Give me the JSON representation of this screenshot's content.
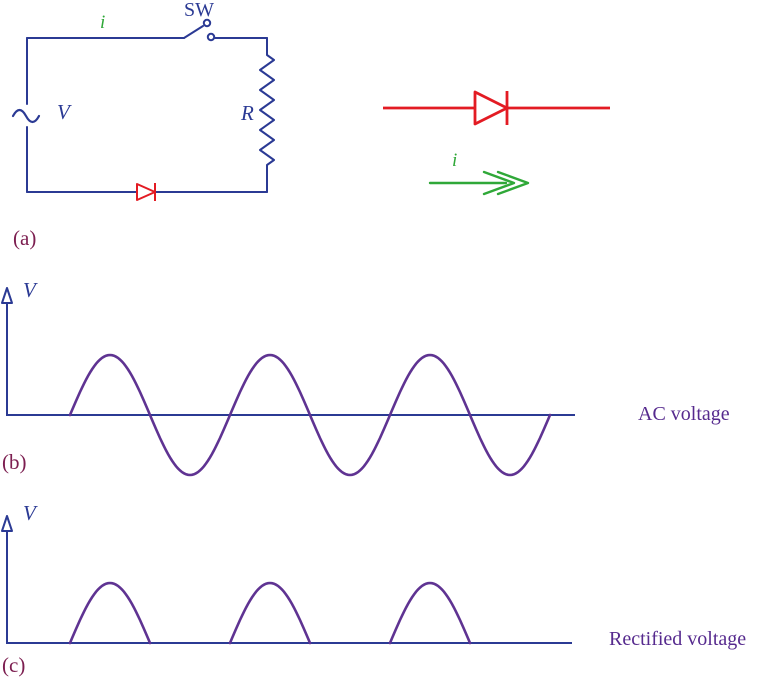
{
  "figure_panels": {
    "a_label": "(a)",
    "b_label": "(b)",
    "c_label": "(c)"
  },
  "circuit": {
    "current_label": "i",
    "switch_label": "SW",
    "source_label": "V",
    "resistor_label": "R",
    "ac_source_symbol": "~",
    "diode_icon": "diode-right-pointing"
  },
  "diode_detail": {
    "current_label": "i",
    "diode_icon": "diode-right-pointing",
    "arrow_icon": "double-chevron-right-arrow"
  },
  "waveform_b": {
    "axis_label": "V",
    "caption": "AC voltage"
  },
  "waveform_c": {
    "axis_label": "V",
    "caption": "Rectified voltage"
  },
  "colors": {
    "circuit_blue": "#2b3a94",
    "diode_red": "#e31b23",
    "current_green": "#2fa838",
    "wave_purple": "#5f3392",
    "panel_maroon": "#7c1e50",
    "caption_purple": "#562a8e"
  },
  "chart_data": [
    {
      "type": "line",
      "name": "AC voltage",
      "shape": "sine",
      "cycles": 3,
      "amplitude": 1,
      "first_half_cycle": "positive",
      "ylabel": "V",
      "y_range": [
        -1,
        1
      ],
      "grid": false,
      "annotation": "AC voltage"
    },
    {
      "type": "line",
      "name": "Rectified voltage",
      "shape": "half-wave-rectified-sine",
      "humps": 3,
      "amplitude": 1,
      "ylabel": "V",
      "y_range": [
        0,
        1
      ],
      "grid": false,
      "annotation": "Rectified voltage"
    }
  ]
}
